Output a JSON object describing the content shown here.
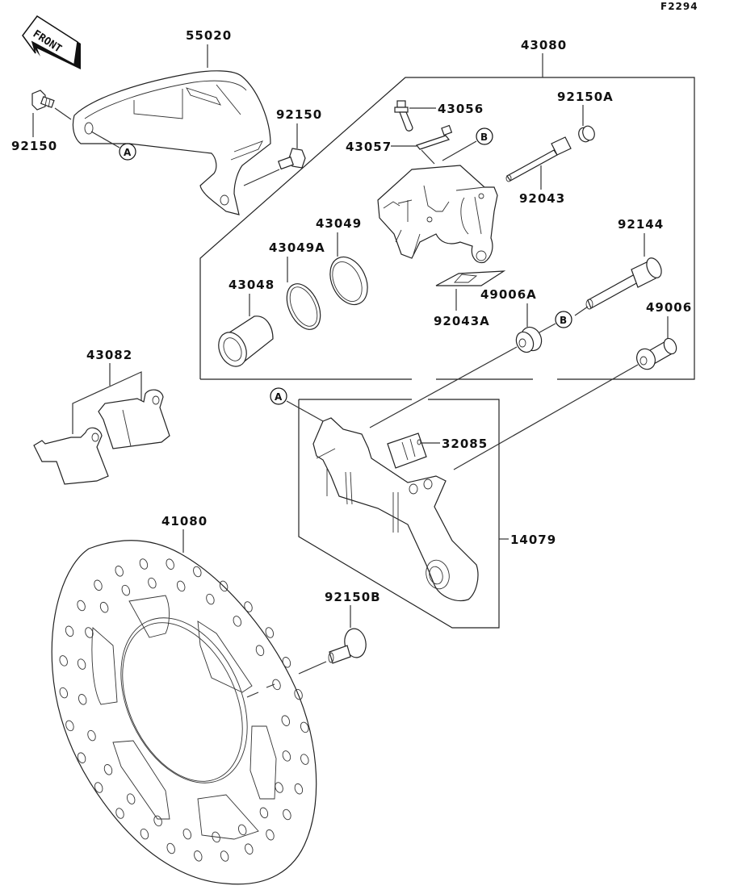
{
  "diagram": {
    "figure_code": "F2294",
    "direction_label": "FRONT",
    "parts": [
      {
        "id": "55020",
        "label": "55020"
      },
      {
        "id": "92150",
        "label": "92150"
      },
      {
        "id": "92150-right",
        "label": "92150"
      },
      {
        "id": "43080",
        "label": "43080"
      },
      {
        "id": "43056",
        "label": "43056"
      },
      {
        "id": "43057",
        "label": "43057"
      },
      {
        "id": "92150A",
        "label": "92150A"
      },
      {
        "id": "92043",
        "label": "92043"
      },
      {
        "id": "43049",
        "label": "43049"
      },
      {
        "id": "43049A",
        "label": "43049A"
      },
      {
        "id": "43048",
        "label": "43048"
      },
      {
        "id": "92043A",
        "label": "92043A"
      },
      {
        "id": "92144",
        "label": "92144"
      },
      {
        "id": "49006A",
        "label": "49006A"
      },
      {
        "id": "49006",
        "label": "49006"
      },
      {
        "id": "43082",
        "label": "43082"
      },
      {
        "id": "32085",
        "label": "32085"
      },
      {
        "id": "14079",
        "label": "14079"
      },
      {
        "id": "41080",
        "label": "41080"
      },
      {
        "id": "92150B",
        "label": "92150B"
      }
    ],
    "callouts": {
      "a": "A",
      "b": "B"
    }
  }
}
